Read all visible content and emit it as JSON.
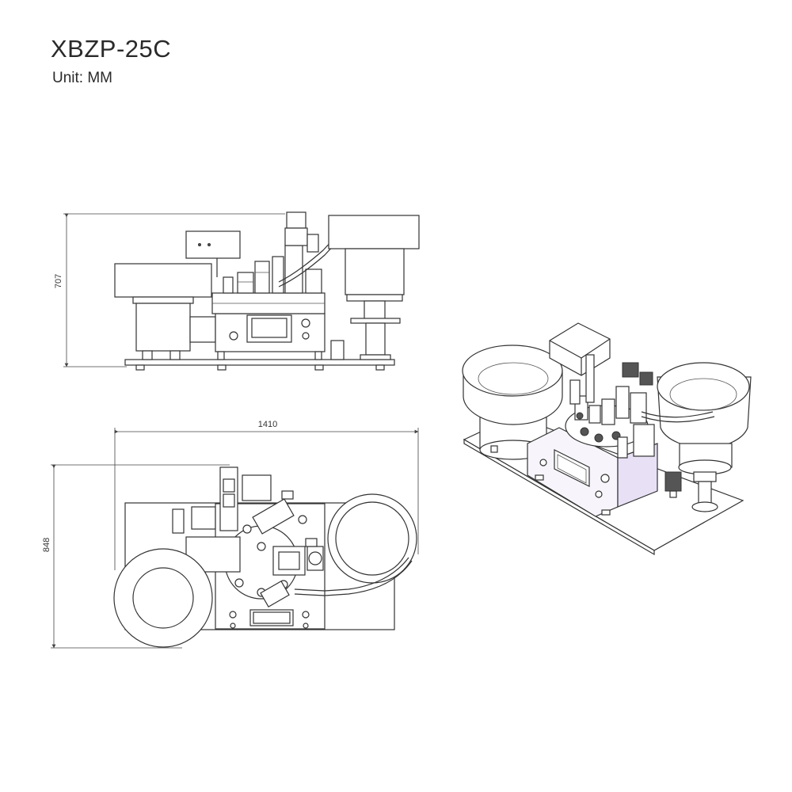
{
  "header": {
    "model": "XBZP-25C",
    "unit": "Unit: MM"
  },
  "dimensions": {
    "height": "707",
    "width": "1410",
    "depth": "848"
  },
  "colors": {
    "line": "#333333",
    "accent_purple": "#e8e0f5"
  }
}
